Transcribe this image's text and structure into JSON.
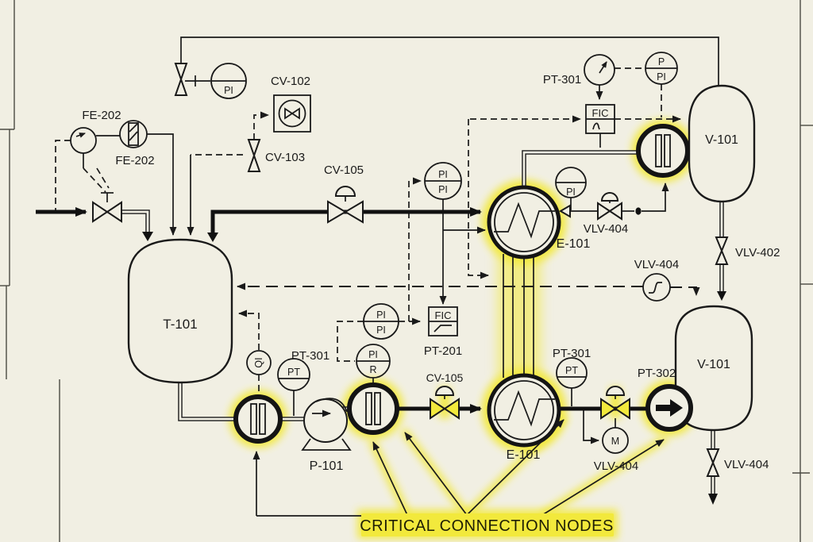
{
  "colors": {
    "background": "#f1efe3",
    "line": "#1a1a1a",
    "highlight": "#f2e93c"
  },
  "callout": {
    "label": "CRITICAL CONNECTION NODES"
  },
  "equipment": {
    "tank": "T-101",
    "pump": "P-101",
    "exchanger_upper": "E-101",
    "exchanger_lower": "E-101",
    "vessel_upper": "V-101",
    "vessel_lower": "V-101"
  },
  "valves": {
    "cv102": "CV-102",
    "cv103": "CV-103",
    "cv105_main": "CV-105",
    "cv105_discharge": "CV-105",
    "vlv402": "VLV-402",
    "vlv404_exchanger": "VLV-404",
    "vlv404_function": "VLV-404",
    "vlv404_discharge": "VLV-404",
    "vlv404_drain": "VLV-404"
  },
  "instruments": {
    "fe202_label_top": "FE-202",
    "fe202_label_inline": "FE-202",
    "pi_vent": "PI",
    "pt301_overhead": "PT-301",
    "fic_overhead": "FIC",
    "p_top": "P",
    "pi_under_p": "PI",
    "pi_pi_feed_top": "PI",
    "pi_pi_feed_bottom": "PI",
    "pi_exchanger": "PI",
    "pt301_suction_label": "PT-301",
    "pt_suction": "PT",
    "qi": "QI",
    "pi_pi_mid_top": "PI",
    "pi_pi_mid_bottom": "PI",
    "pi_r_top": "PI",
    "pi_r_bottom": "R",
    "fic_mid": "FIC",
    "pt201": "PT-201",
    "pt301_discharge_label": "PT-301",
    "pt_discharge": "PT",
    "motor": "M",
    "pt302": "PT-302"
  }
}
